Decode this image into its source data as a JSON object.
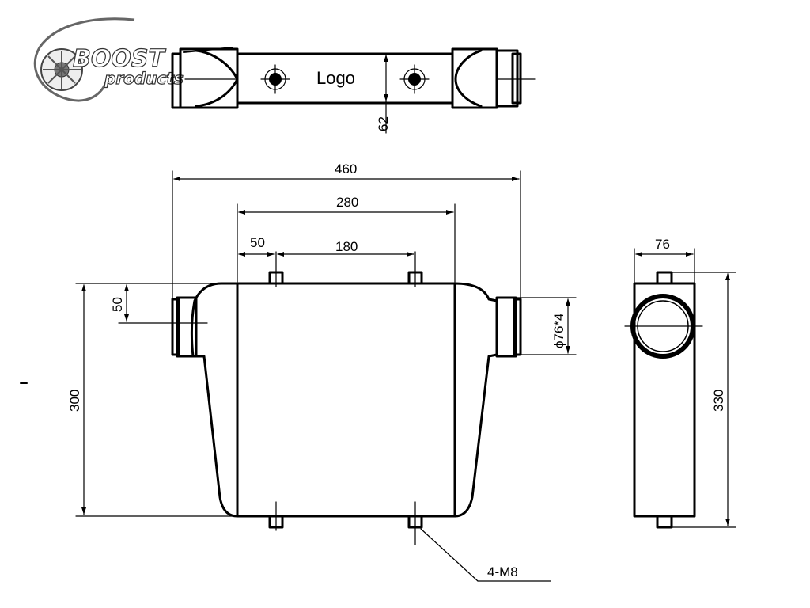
{
  "brand_logo": {
    "line1": "BOOST",
    "line2": "products"
  },
  "top_view": {
    "logo_label": "Logo",
    "dim_height": "62"
  },
  "front_view": {
    "dim_overall": "460",
    "dim_core": "280",
    "dim_offset": "50",
    "dim_bolt_spacing": "180",
    "dim_inlet_offset": "50",
    "dim_height": "300",
    "dim_pipe": "ϕ76*4",
    "callout_bolts": "4-M8"
  },
  "side_view": {
    "dim_depth": "76",
    "dim_height": "330"
  }
}
